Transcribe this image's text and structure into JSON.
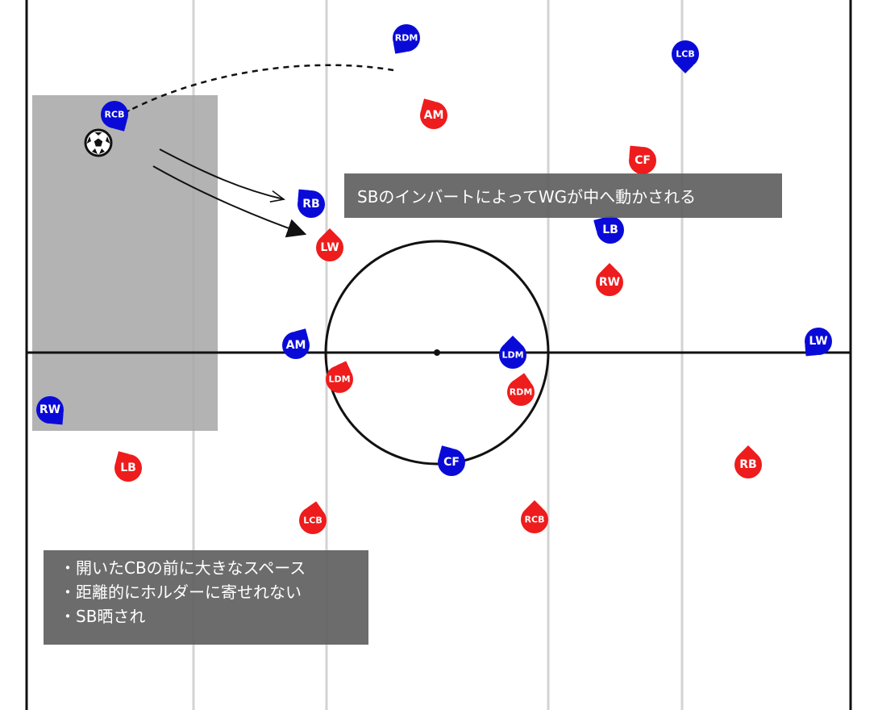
{
  "colors": {
    "team_a": "#0a0ad8",
    "team_b": "#ee1c1c",
    "field_line": "#111111",
    "guide_line": "#d3d3d3",
    "highlight_zone": "#a9a9a9",
    "callout_bg": "#5f5f5f",
    "callout_text": "#ffffff"
  },
  "annotations": {
    "inversion_note": "SBのインバートによってWGが中へ動かされる",
    "points": [
      "・開いたCBの前に大きなスペース",
      "・距離的にホルダーに寄せれない",
      "・SB晒され"
    ]
  },
  "ball": {
    "icon": "soccer-ball-icon",
    "holder": "RCB"
  },
  "players": {
    "blue": [
      {
        "label": "RDM"
      },
      {
        "label": "LCB"
      },
      {
        "label": "RCB"
      },
      {
        "label": "RB"
      },
      {
        "label": "LB"
      },
      {
        "label": "AM"
      },
      {
        "label": "LDM"
      },
      {
        "label": "LW"
      },
      {
        "label": "RW"
      },
      {
        "label": "CF"
      }
    ],
    "red": [
      {
        "label": "AM"
      },
      {
        "label": "CF"
      },
      {
        "label": "LW"
      },
      {
        "label": "RW"
      },
      {
        "label": "LDM"
      },
      {
        "label": "RDM"
      },
      {
        "label": "LB"
      },
      {
        "label": "RB"
      },
      {
        "label": "LCB"
      },
      {
        "label": "RCB"
      }
    ]
  }
}
